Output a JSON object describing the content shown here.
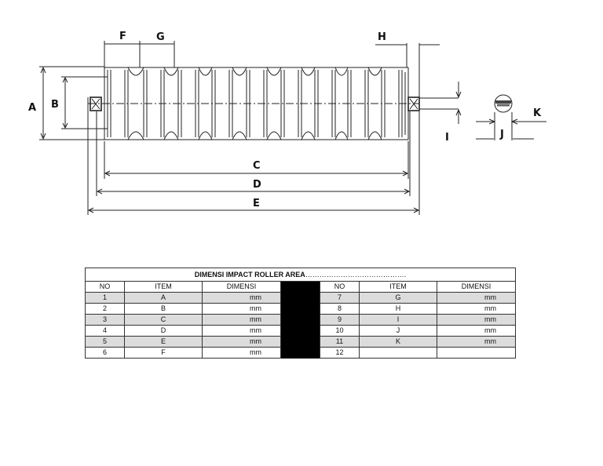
{
  "drawing": {
    "labels": {
      "A": "A",
      "B": "B",
      "C": "C",
      "D": "D",
      "E": "E",
      "F": "F",
      "G": "G",
      "H": "H",
      "I": "I",
      "J": "J",
      "K": "K"
    }
  },
  "table": {
    "title": "DIMENSI IMPACT ROLLER AREA",
    "title_dots": "…………………………………….",
    "headers": {
      "no": "NO",
      "item": "ITEM",
      "dimensi": "DIMENSI"
    },
    "rows": [
      {
        "no1": "1",
        "item1": "A",
        "dim1": "mm",
        "no2": "7",
        "item2": "G",
        "dim2": "mm"
      },
      {
        "no1": "2",
        "item1": "B",
        "dim1": "mm",
        "no2": "8",
        "item2": "H",
        "dim2": "mm"
      },
      {
        "no1": "3",
        "item1": "C",
        "dim1": "mm",
        "no2": "9",
        "item2": "I",
        "dim2": "mm"
      },
      {
        "no1": "4",
        "item1": "D",
        "dim1": "mm",
        "no2": "10",
        "item2": "J",
        "dim2": "mm"
      },
      {
        "no1": "5",
        "item1": "E",
        "dim1": "mm",
        "no2": "11",
        "item2": "K",
        "dim2": "mm"
      },
      {
        "no1": "6",
        "item1": "F",
        "dim1": "mm",
        "no2": "12",
        "item2": "",
        "dim2": ""
      }
    ]
  }
}
